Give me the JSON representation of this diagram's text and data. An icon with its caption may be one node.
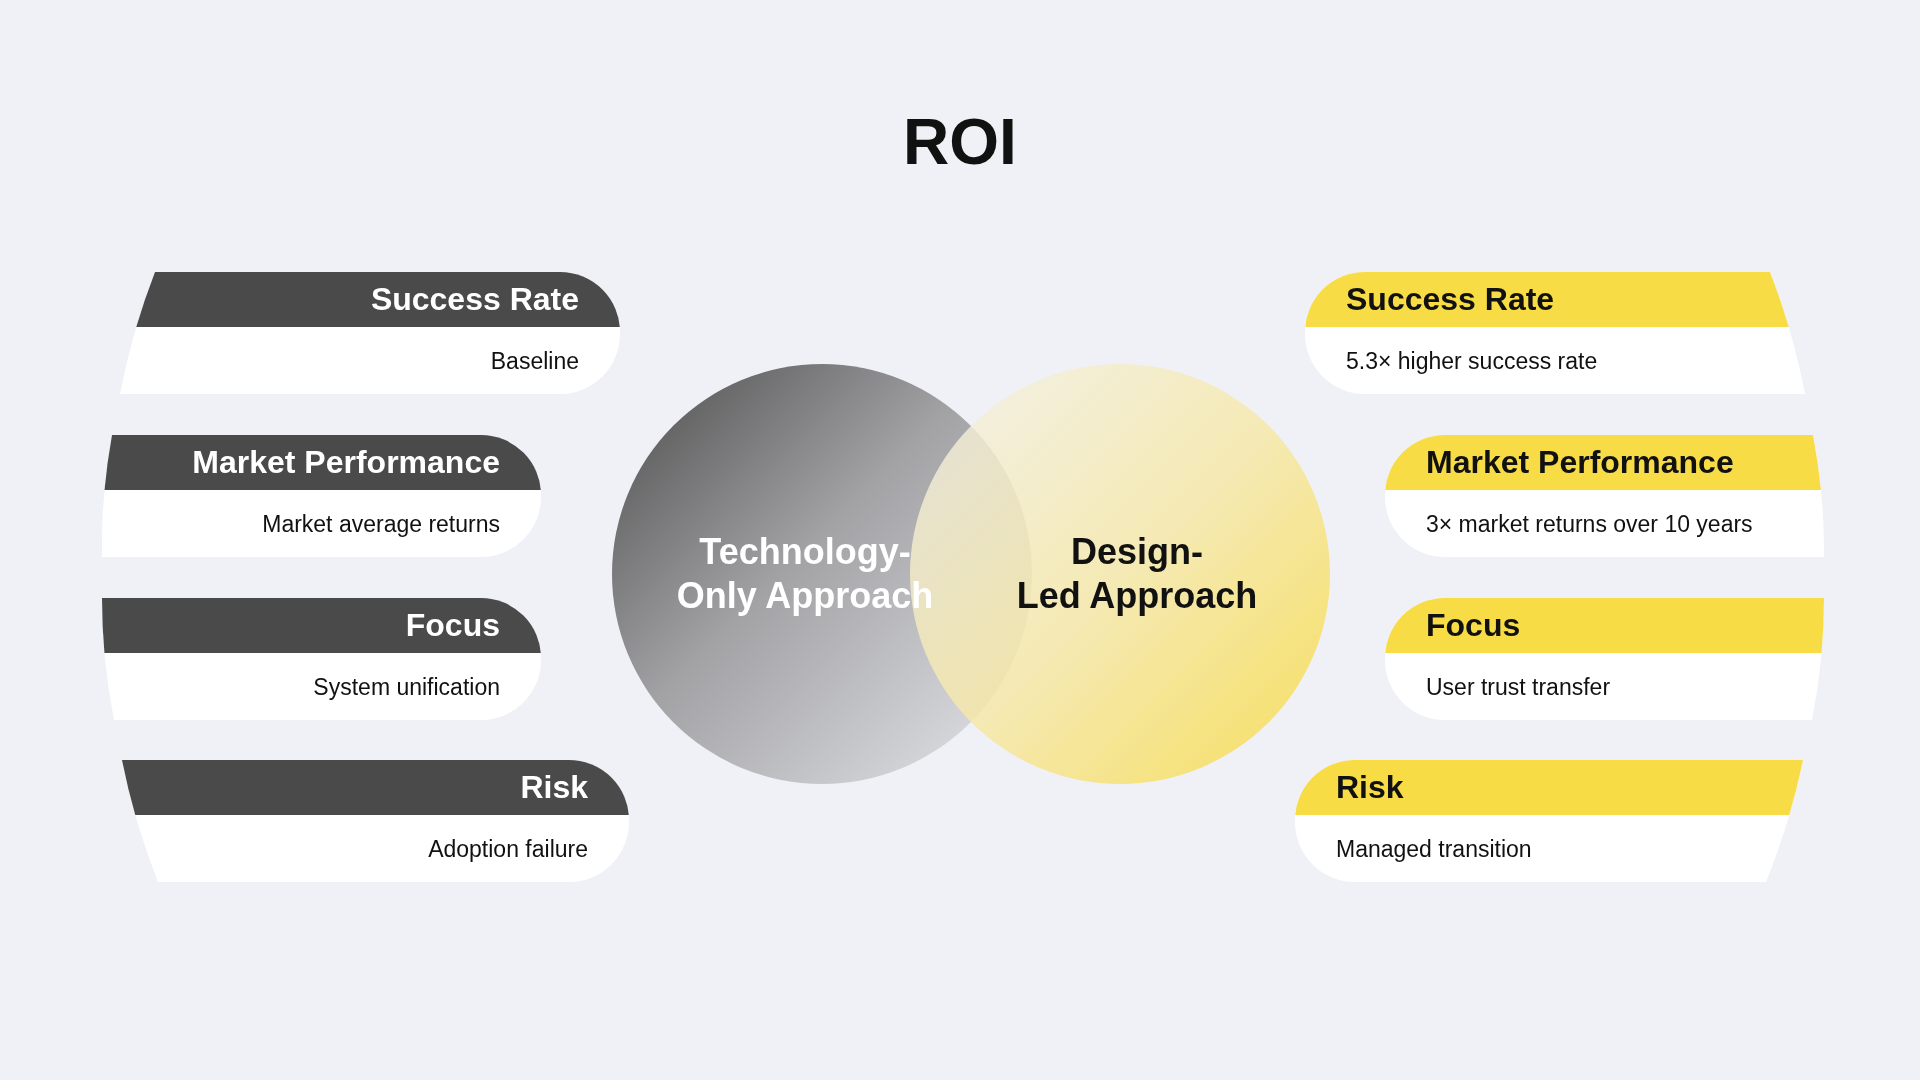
{
  "diagram": {
    "title": "ROI",
    "nodes": [
      {
        "text": [
          "Success Rate",
          "Baseline"
        ]
      },
      {
        "text": [
          "Market Performance",
          "Market average returns"
        ]
      },
      {
        "text": [
          "Focus",
          "System unification"
        ]
      },
      {
        "text": [
          "Risk",
          "Adoption failure"
        ]
      },
      {
        "text": [
          "Technology- Only Approach"
        ]
      },
      {
        "text": [
          "Design- Led Approach"
        ]
      },
      {
        "text": [
          "Success Rate",
          "5.3× higher success rate"
        ]
      },
      {
        "text": [
          "Market Performance",
          "3× market returns over 10 years"
        ]
      },
      {
        "text": [
          "Focus",
          "User trust transfer"
        ]
      },
      {
        "text": [
          "Risk",
          "Managed transition"
        ]
      }
    ]
  }
}
